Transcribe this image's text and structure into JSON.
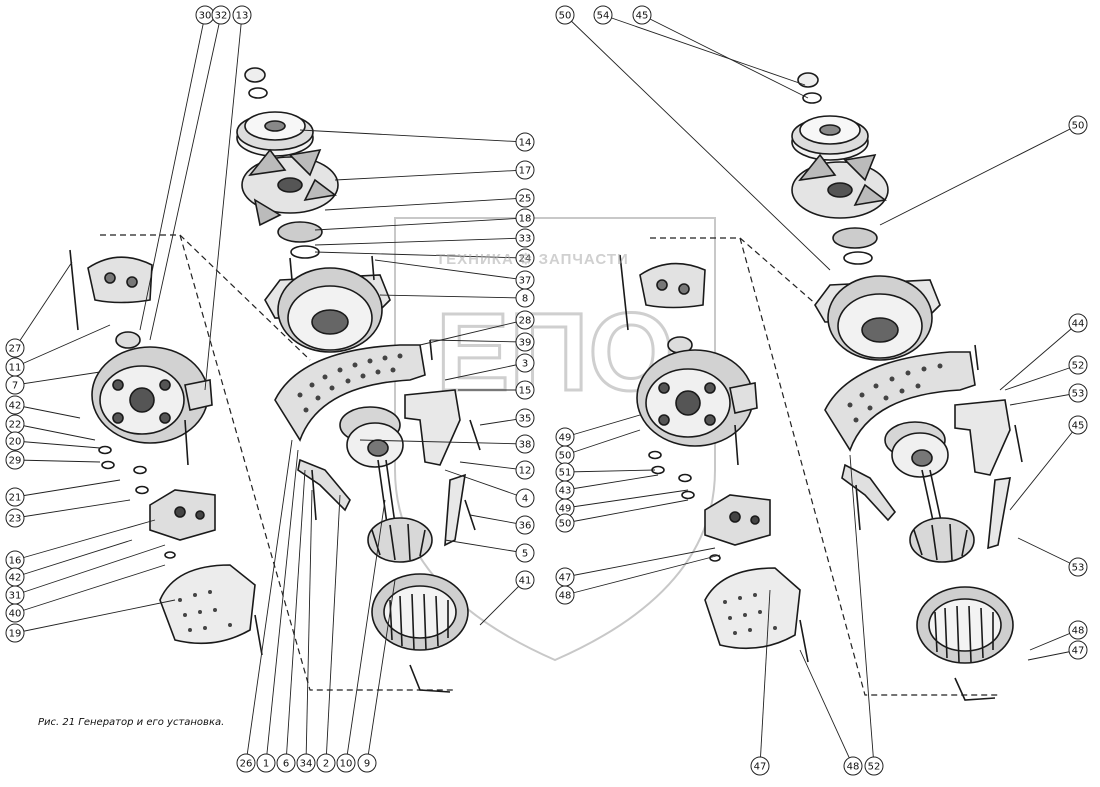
{
  "caption": "Рис. 21 Генератор и его установка.",
  "watermark": {
    "left": "ТЕХНИКА",
    "right": "ЗАПЧАСТИ",
    "brand": "ЕПО"
  },
  "colors": {
    "ink": "#1a1a1a",
    "label_stroke": "#222222",
    "watermark": "#b4b4b4"
  },
  "callouts": [
    {
      "n": "30"
    },
    {
      "n": "32"
    },
    {
      "n": "13"
    },
    {
      "n": "14"
    },
    {
      "n": "17"
    },
    {
      "n": "25"
    },
    {
      "n": "18"
    },
    {
      "n": "33"
    },
    {
      "n": "24"
    },
    {
      "n": "37"
    },
    {
      "n": "8"
    },
    {
      "n": "28"
    },
    {
      "n": "39"
    },
    {
      "n": "3"
    },
    {
      "n": "15"
    },
    {
      "n": "35"
    },
    {
      "n": "38"
    },
    {
      "n": "12"
    },
    {
      "n": "4"
    },
    {
      "n": "36"
    },
    {
      "n": "5"
    },
    {
      "n": "41"
    },
    {
      "n": "27"
    },
    {
      "n": "11"
    },
    {
      "n": "7"
    },
    {
      "n": "42"
    },
    {
      "n": "22"
    },
    {
      "n": "20"
    },
    {
      "n": "29"
    },
    {
      "n": "21"
    },
    {
      "n": "23"
    },
    {
      "n": "16"
    },
    {
      "n": "42"
    },
    {
      "n": "31"
    },
    {
      "n": "40"
    },
    {
      "n": "19"
    },
    {
      "n": "26"
    },
    {
      "n": "1"
    },
    {
      "n": "6"
    },
    {
      "n": "34"
    },
    {
      "n": "2"
    },
    {
      "n": "10"
    },
    {
      "n": "9"
    },
    {
      "n": "50"
    },
    {
      "n": "54"
    },
    {
      "n": "45"
    },
    {
      "n": "50"
    },
    {
      "n": "49"
    },
    {
      "n": "50"
    },
    {
      "n": "51"
    },
    {
      "n": "43"
    },
    {
      "n": "49"
    },
    {
      "n": "50"
    },
    {
      "n": "47"
    },
    {
      "n": "48"
    },
    {
      "n": "44"
    },
    {
      "n": "52"
    },
    {
      "n": "53"
    },
    {
      "n": "45"
    },
    {
      "n": "53"
    },
    {
      "n": "48"
    },
    {
      "n": "47"
    },
    {
      "n": "47"
    },
    {
      "n": "48"
    },
    {
      "n": "52"
    }
  ]
}
